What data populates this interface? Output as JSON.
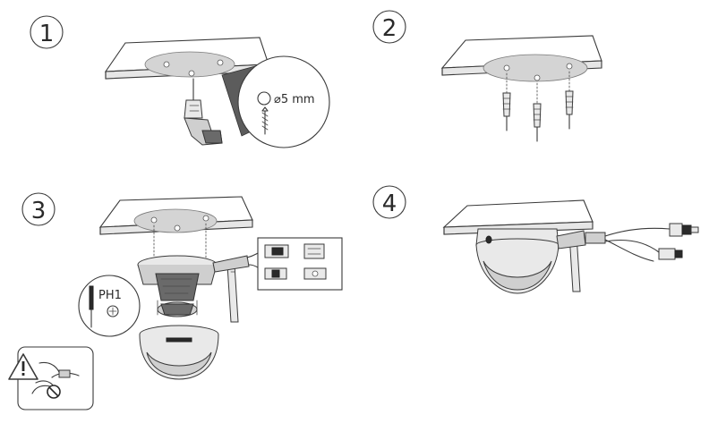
{
  "steps": [
    {
      "number": "1",
      "drill_label": "⌀5 mm"
    },
    {
      "number": "2"
    },
    {
      "number": "3",
      "screwdriver_label": "PH1"
    },
    {
      "number": "4"
    }
  ],
  "icons": {
    "warning": "warning-triangle-icon",
    "prohibited": "prohibited-icon",
    "phillips": "phillips-head-icon"
  },
  "colors": {
    "line": "#3a3a3a",
    "fill_light": "#e6e6e6",
    "fill_mid": "#cfcfcf",
    "fill_dark": "#6a6a6a"
  }
}
